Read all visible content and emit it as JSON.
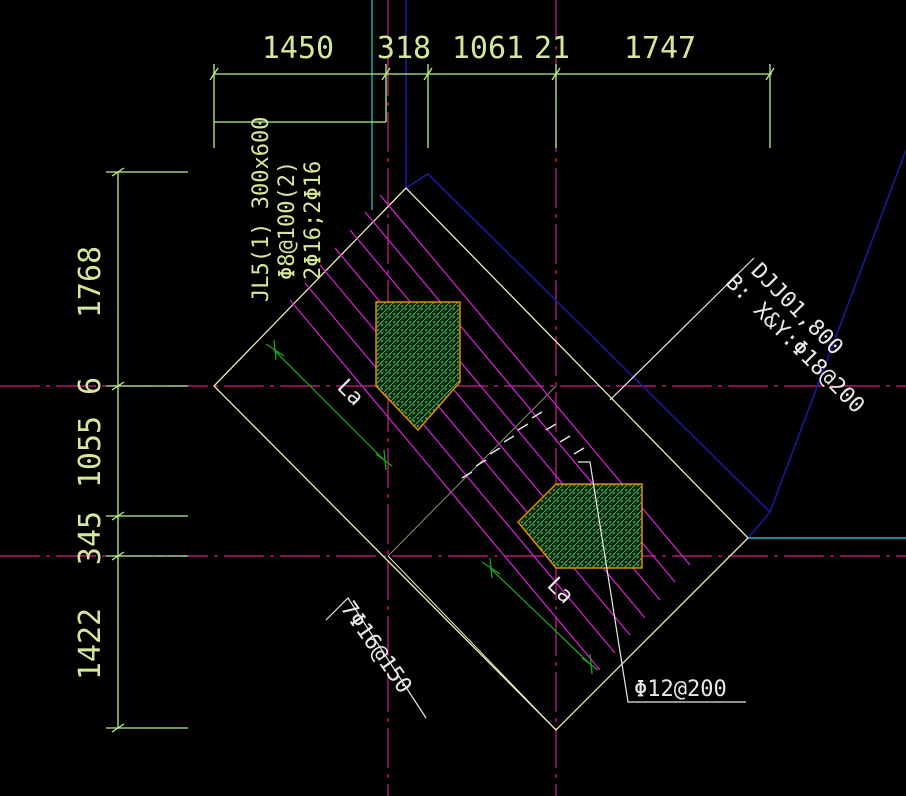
{
  "colors": {
    "background": "#000000",
    "dimension": "#b8f08a",
    "dimension_text": "#d4e89a",
    "footing": "#e8f0b8",
    "rebar": "#d020d0",
    "axis": "#d0208a",
    "column_fill": "#2a6a30",
    "column_edge": "#e08a00",
    "beam_outline": "#1a1a9a",
    "leader": "#e8e8e8",
    "anchor": "#20a020",
    "cyan": "#20b0b0"
  },
  "top_dimensions": [
    "1450",
    "318",
    "1061",
    "21",
    "1747"
  ],
  "left_dimensions": [
    "1768",
    "6",
    "1055",
    "345",
    "1422"
  ],
  "beam_label": {
    "line1": "JL5(1) 300x600",
    "line2": "Φ8@100(2)",
    "line3": "2Φ16;2Φ16"
  },
  "footing_label": {
    "line1": "DJJ01,800",
    "line2": "B: X&Y:Φ18@200"
  },
  "anchor_label_1": "La",
  "anchor_label_2": "La",
  "rebar_label_1": "7Φ16@150",
  "rebar_label_2": "Φ12@200"
}
